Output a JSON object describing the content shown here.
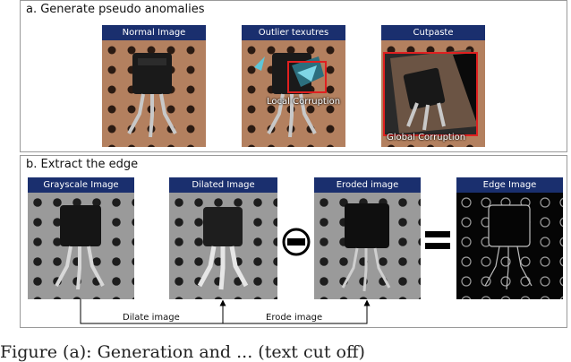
{
  "section_a": {
    "title": "a. Generate pseudo anomalies",
    "cards": [
      {
        "label": "Normal Image"
      },
      {
        "label": "Outlier texutres",
        "overlay": "Local Corruption"
      },
      {
        "label": "Cutpaste",
        "overlay": "Global Corruption"
      }
    ]
  },
  "section_b": {
    "title": "b. Extract the edge",
    "cards": [
      {
        "label": "Grayscale Image"
      },
      {
        "label": "Dilated Image"
      },
      {
        "label": "Eroded image"
      },
      {
        "label": "Edge Image"
      }
    ],
    "operators": {
      "minus": "minus",
      "equals": "equals"
    },
    "flow": {
      "dilate": "Dilate image",
      "erode": "Erode image"
    }
  },
  "caption": "Figure (a): Generation and ... (text cut off)",
  "colors": {
    "header_bg": "#1a2f6e",
    "board": "#b07b5c",
    "corruption_box": "#e02020"
  }
}
